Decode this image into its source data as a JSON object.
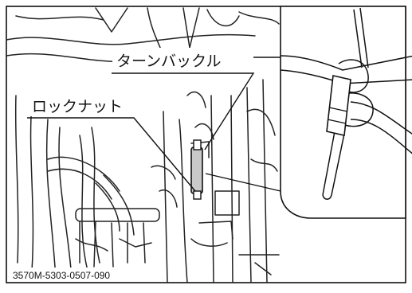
{
  "figure": {
    "callouts": {
      "turnbuckle": "ターンバックル",
      "lock_nut": "ロックナット"
    },
    "reference_code": "3570M-5303-0507-090"
  }
}
